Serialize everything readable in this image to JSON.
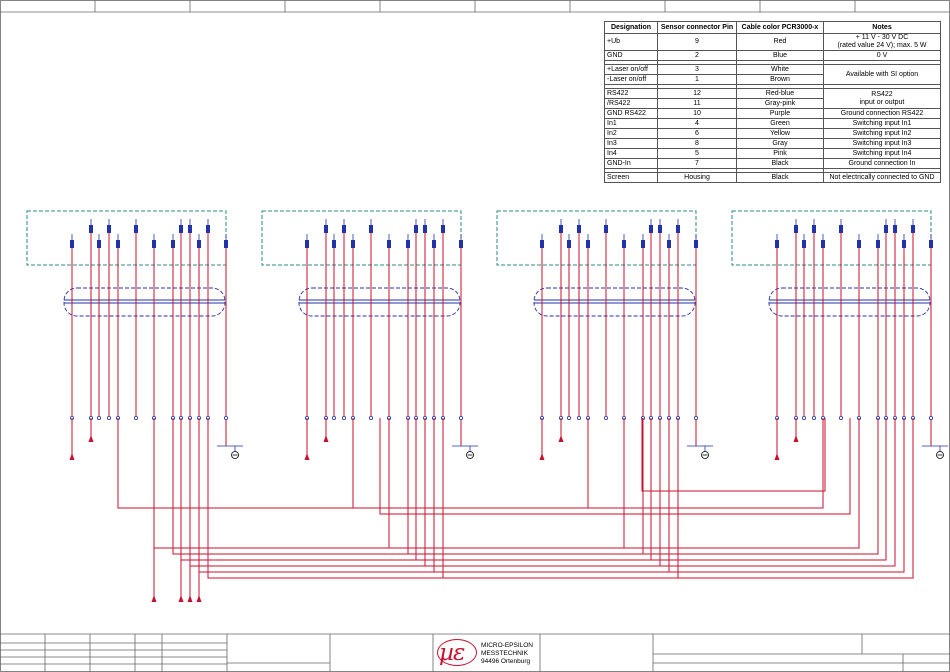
{
  "pin_table": {
    "headers": [
      "Designation",
      "Sensor connector Pin",
      "Cable color PCR3000-x",
      "Notes"
    ],
    "rows": [
      {
        "designation": "+Ub",
        "pin": "9",
        "color": "Red",
        "notes": "+ 11 V - 30 V DC",
        "notes2": "(rated value 24 V); max. 5 W"
      },
      {
        "designation": "GND",
        "pin": "2",
        "color": "Blue",
        "notes": "0 V"
      },
      {
        "gap": true
      },
      {
        "designation": "+Laser on/off",
        "pin": "3",
        "color": "White",
        "notes": "Available with SI option",
        "rowspan": 2
      },
      {
        "designation": "-Laser on/off",
        "pin": "1",
        "color": "Brown",
        "span_covered": true
      },
      {
        "gap": true
      },
      {
        "designation": "RS422",
        "pin": "12",
        "color": "Red-blue",
        "notes": "RS422",
        "notes2": "input or output",
        "rowspan": 2
      },
      {
        "designation": "/RS422",
        "pin": "11",
        "color": "Gray-pink",
        "span_covered": true
      },
      {
        "designation": "GND RS422",
        "pin": "10",
        "color": "Purple",
        "notes": "Ground connection RS422"
      },
      {
        "designation": "In1",
        "pin": "4",
        "color": "Green",
        "notes": "Switching input In1"
      },
      {
        "designation": "In2",
        "pin": "6",
        "color": "Yellow",
        "notes": "Switching input In2"
      },
      {
        "designation": "In3",
        "pin": "8",
        "color": "Gray",
        "notes": "Switching input In3"
      },
      {
        "designation": "In4",
        "pin": "5",
        "color": "Pink",
        "notes": "Switching input In4"
      },
      {
        "designation": "GND-In",
        "pin": "7",
        "color": "Black",
        "notes": "Ground connection In"
      },
      {
        "gap": true
      },
      {
        "designation": "Screen",
        "pin": "Housing",
        "color": "Black",
        "notes": "Not electrically connected to GND"
      }
    ]
  },
  "logo": {
    "mark": "µε",
    "line1": "MICRO-EPSILON",
    "line2": "MESSTECHNIK",
    "line3": "94496 Ortenburg"
  },
  "colors": {
    "wire": "#c8102e",
    "connector_box": "#2a8a8a",
    "screen_shield": "#2233aa",
    "frame": "#666666",
    "ground": "#2233aa"
  },
  "sensor_count": 4
}
